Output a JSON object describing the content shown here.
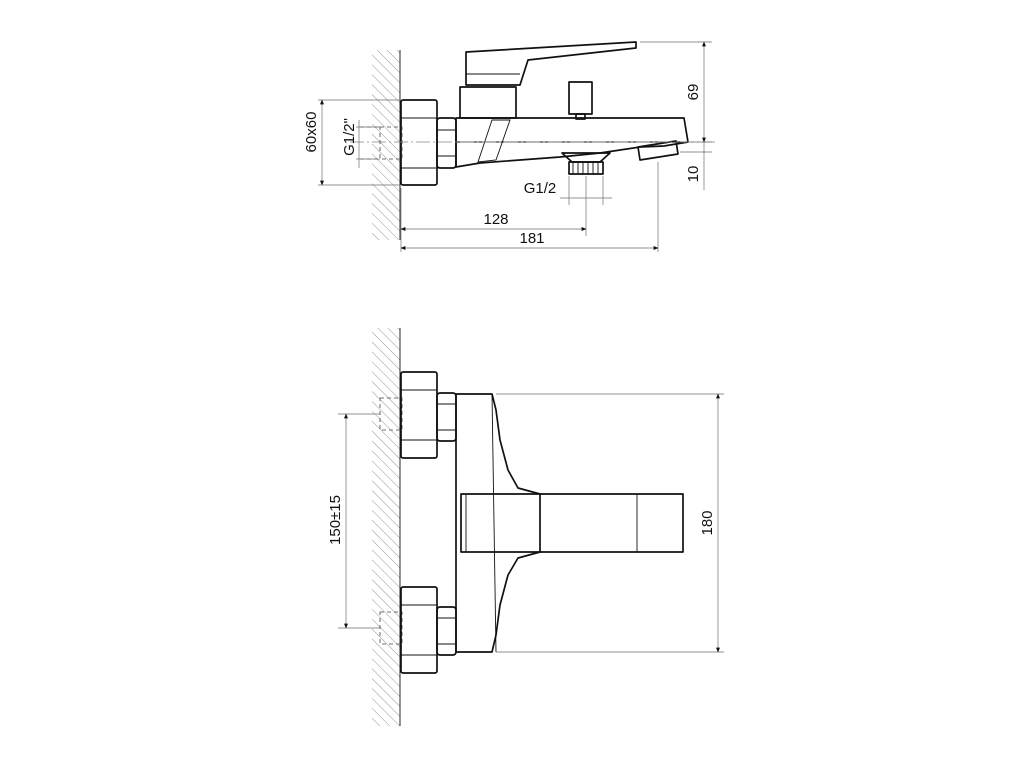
{
  "side_view": {
    "flange_size": "60x60",
    "inlet_thread": "G1/2\"",
    "height_dim": "69",
    "spout_drop_dim": "10",
    "outlet_thread": "G1/2",
    "outlet_distance_dim": "128",
    "projection_dim": "181"
  },
  "front_view": {
    "centre_distance_dim": "150±15",
    "height_dim": "180"
  },
  "colors": {
    "line": "#111111",
    "dimension_line": "#6e6e6e",
    "hatch": "#8a8a8a"
  }
}
